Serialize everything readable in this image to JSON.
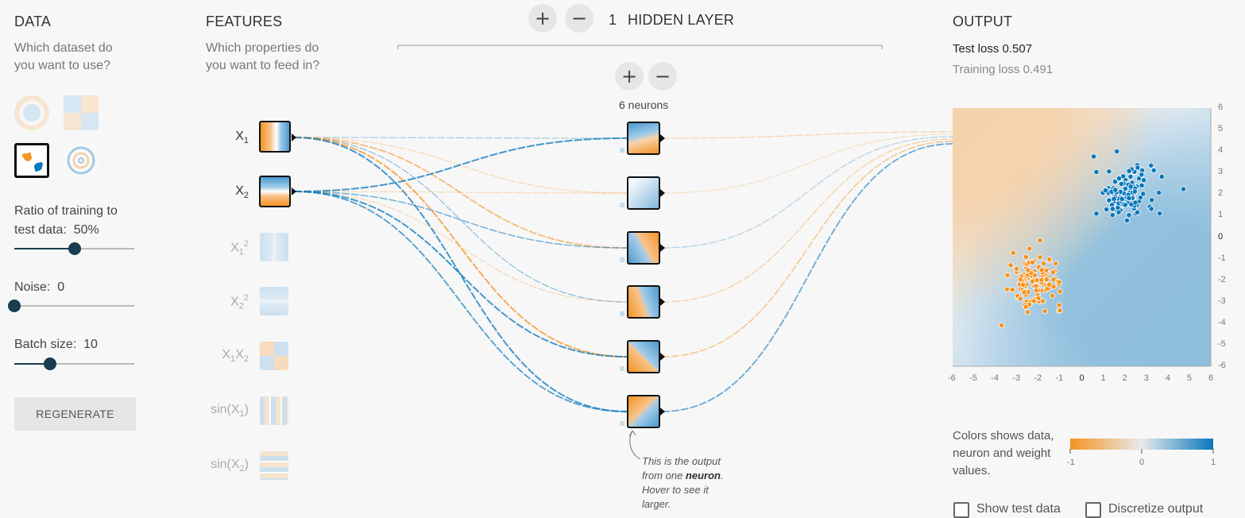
{
  "data_panel": {
    "title": "DATA",
    "subtitle": "Which dataset do you want to use?",
    "ratio_label": "Ratio of training to test data:",
    "ratio_value": "50%",
    "ratio_fraction": 0.5,
    "noise_label": "Noise:",
    "noise_value": "0",
    "noise_fraction": 0.0,
    "batch_label": "Batch size:",
    "batch_value": "10",
    "batch_fraction": 0.3,
    "regenerate_label": "REGENERATE"
  },
  "features_panel": {
    "title": "FEATURES",
    "subtitle": "Which properties do you want to feed in?",
    "features": [
      {
        "base": "X",
        "sub": "1",
        "sup": ""
      },
      {
        "base": "X",
        "sub": "2",
        "sup": ""
      },
      {
        "base": "X",
        "sub": "1",
        "sup": "2"
      },
      {
        "base": "X",
        "sub": "2",
        "sup": "2"
      },
      {
        "base": "X",
        "sub": "1",
        "base2": "X",
        "sub2": "2"
      },
      {
        "base": "sin(X",
        "sub": "1",
        "tail": ")"
      },
      {
        "base": "sin(X",
        "sub": "2",
        "tail": ")"
      }
    ]
  },
  "hidden": {
    "count": "1",
    "label": "HIDDEN LAYER",
    "neurons_label": "6 neurons",
    "plus": "+",
    "minus": "−"
  },
  "note": {
    "line1": "This is the output from one ",
    "bold": "neuron",
    "line2": ". Hover to see it larger."
  },
  "output_panel": {
    "title": "OUTPUT",
    "test_loss": "Test loss 0.507",
    "training_loss": "Training loss 0.491",
    "legend_text": "Colors shows data, neuron and weight values.",
    "legend_min": "-1",
    "legend_mid": "0",
    "legend_max": "1",
    "show_test": "Show test data",
    "discretize": "Discretize output",
    "x_ticks": [
      "-6",
      "-5",
      "-4",
      "-3",
      "-2",
      "-1",
      "0",
      "1",
      "2",
      "3",
      "4",
      "5",
      "6"
    ],
    "y_ticks": [
      "6",
      "5",
      "4",
      "3",
      "2",
      "1",
      "0",
      "-1",
      "-2",
      "-3",
      "-4",
      "-5",
      "-6"
    ]
  },
  "colors": {
    "orange": "#f59322",
    "blue": "#0877bd",
    "knob": "#183d4e"
  }
}
